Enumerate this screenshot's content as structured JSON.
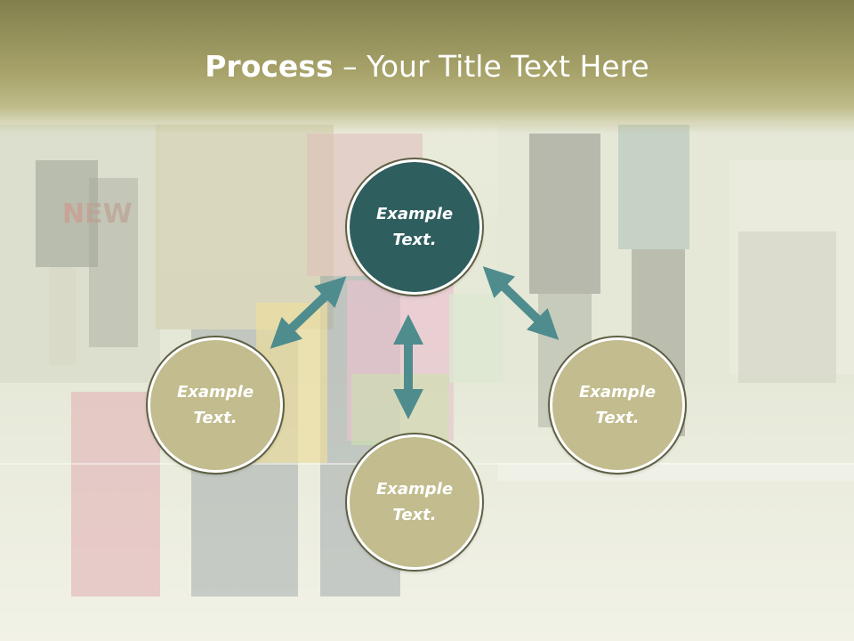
{
  "slide": {
    "title_bold": "Process",
    "title_separator": "–",
    "title_rest": "Your Title Text Here"
  },
  "diagram": {
    "center_node": {
      "line1": "Example",
      "line2": "Text."
    },
    "left_node": {
      "line1": "Example",
      "line2": "Text."
    },
    "right_node": {
      "line1": "Example",
      "line2": "Text."
    },
    "bottom_node": {
      "line1": "Example",
      "line2": "Text."
    }
  },
  "colors": {
    "title_band": "#a7a36a",
    "center_node_fill": "#2f5e5e",
    "outer_node_fill": "#c2bc8e",
    "arrow_color": "#4f8c8d",
    "node_outline": "#5f6044"
  },
  "background": {
    "description_icon": "shopping-mall-photo"
  }
}
